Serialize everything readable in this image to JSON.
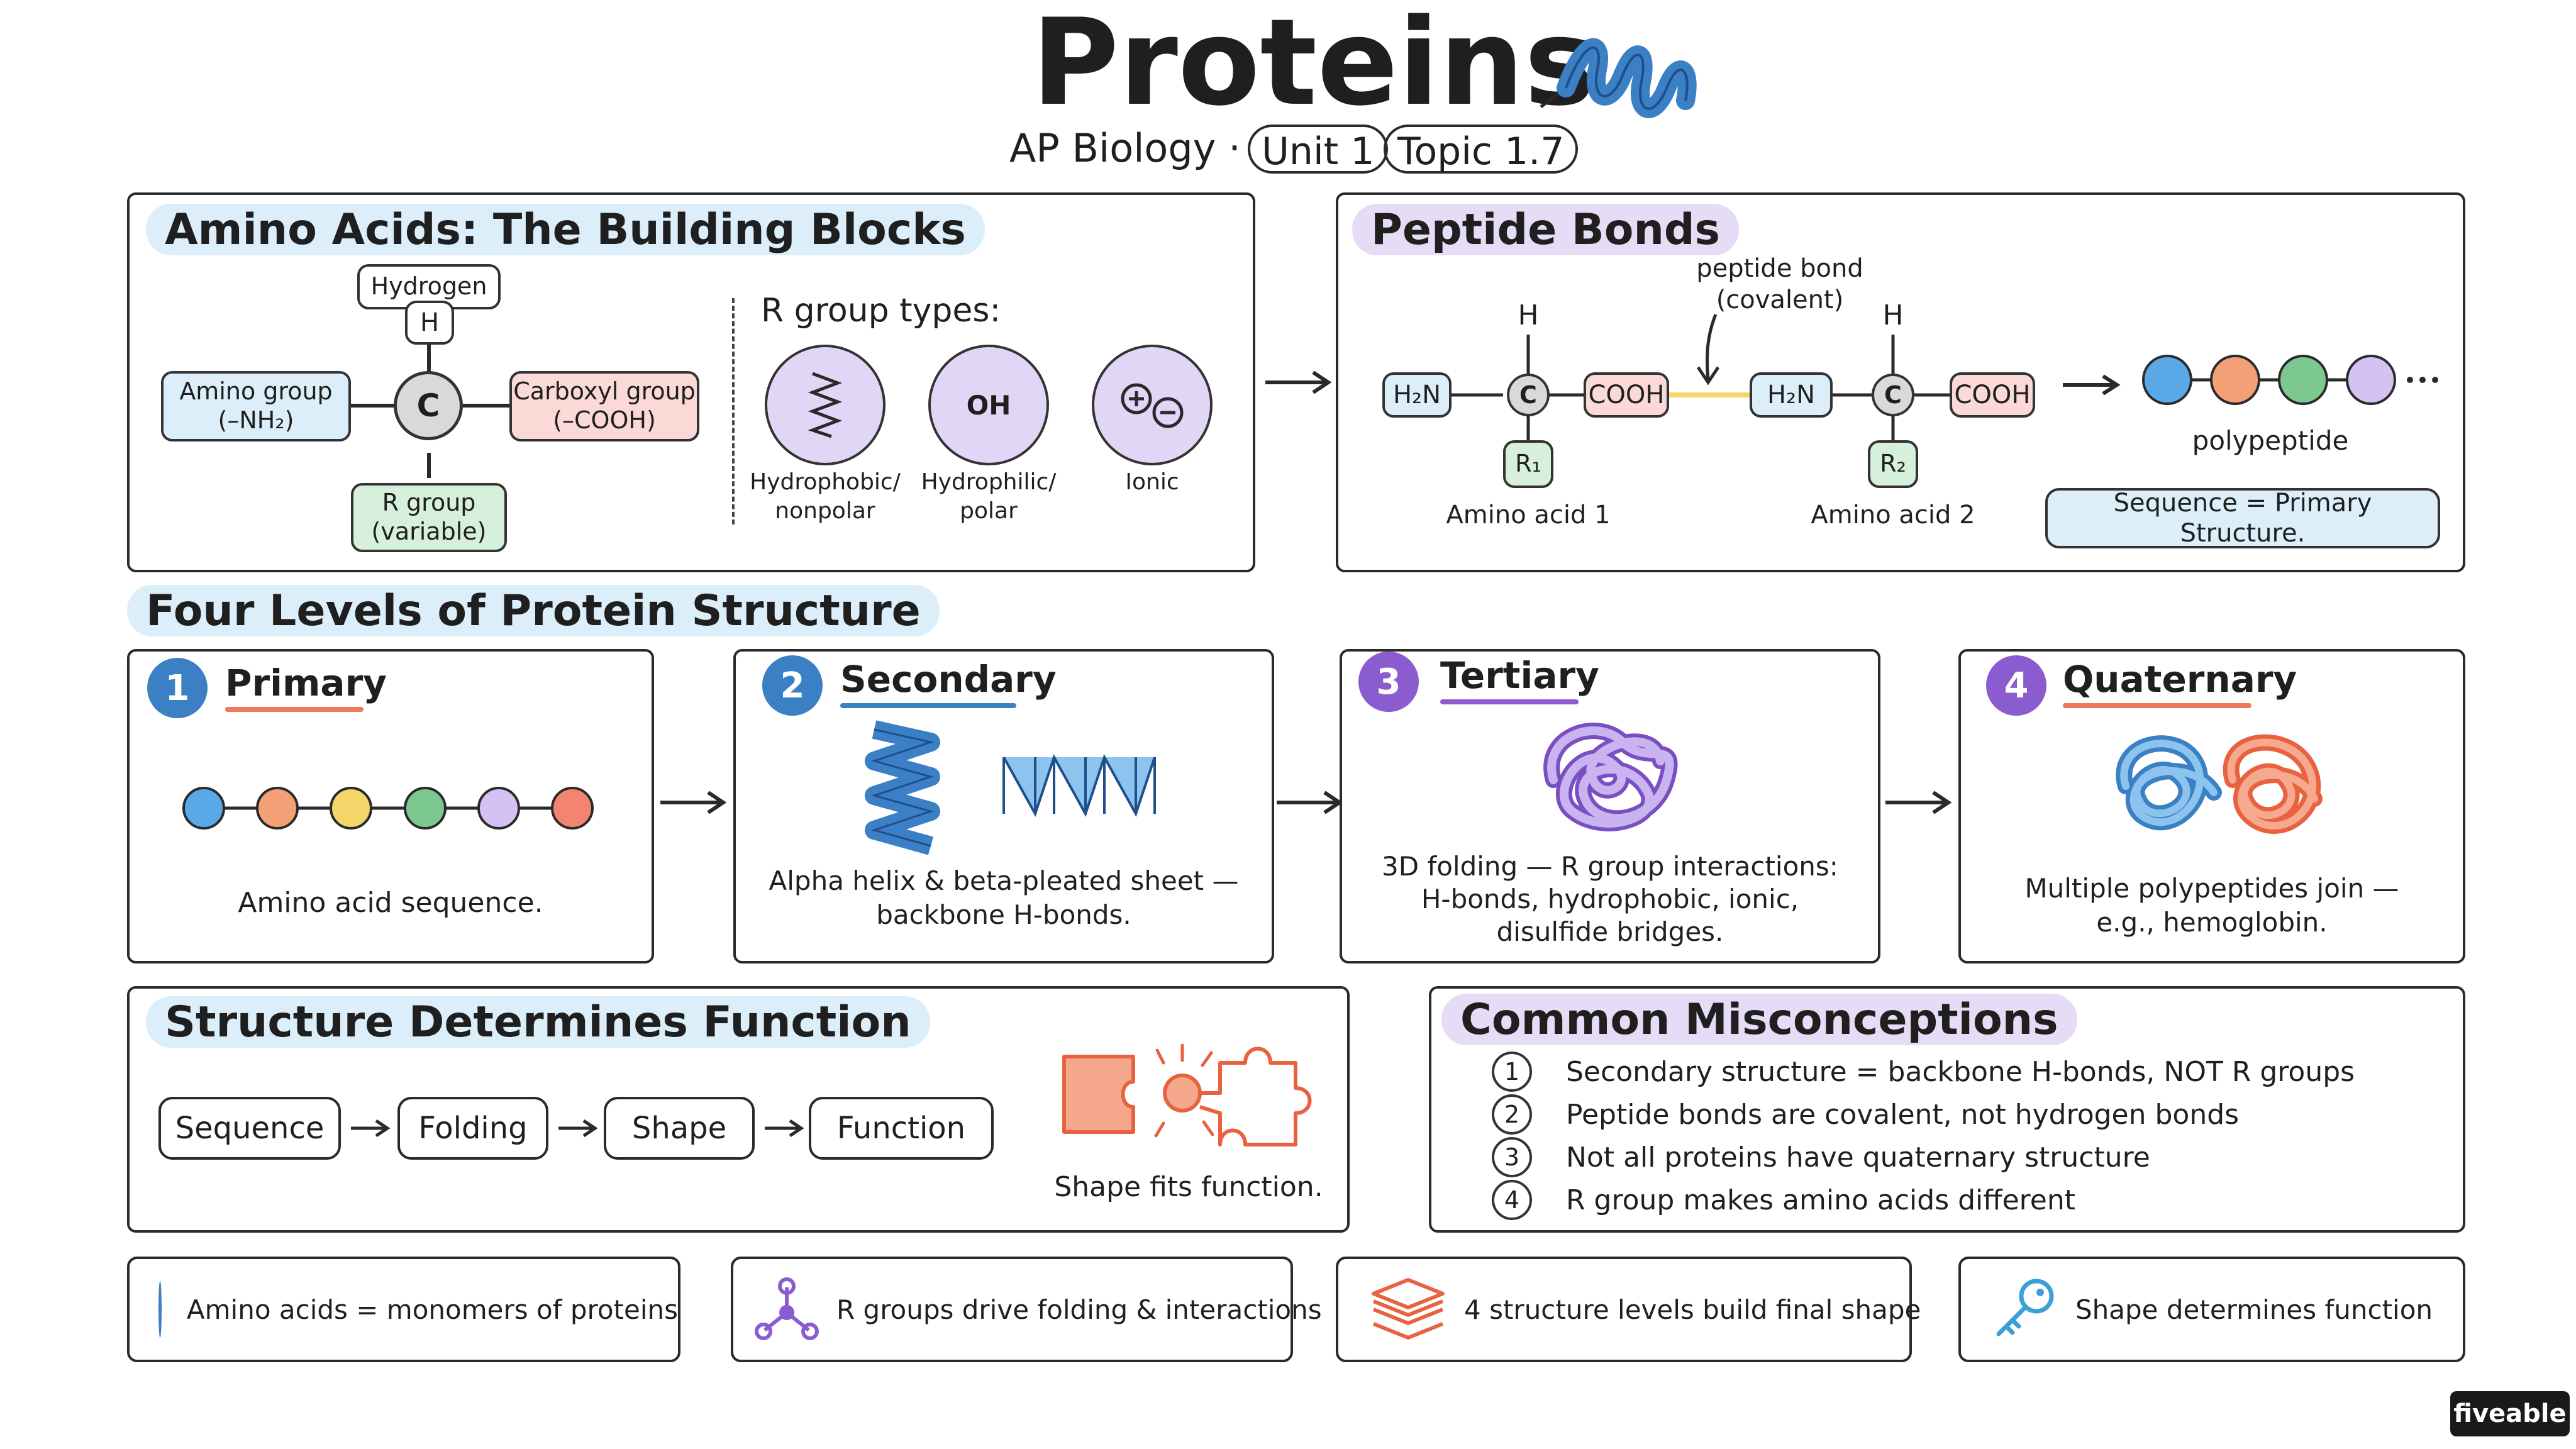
{
  "header": {
    "title": "Proteins",
    "subtitle_course": "AP Biology ·",
    "unit_badge": "Unit 1",
    "topic_badge": "Topic 1.7"
  },
  "amino_acids": {
    "heading": "Amino Acids: The Building Blocks",
    "hydrogen_label": "Hydrogen",
    "hydrogen_atom": "H",
    "carbon_atom": "C",
    "amino_group_line1": "Amino group",
    "amino_group_line2": "(–NH₂)",
    "carboxyl_group_line1": "Carboxyl group",
    "carboxyl_group_line2": "(–COOH)",
    "r_group_line1": "R group",
    "r_group_line2": "(variable)",
    "r_types_heading": "R group types:",
    "r_types": [
      {
        "symbol": "",
        "line1": "Hydrophobic/",
        "line2": "nonpolar"
      },
      {
        "symbol": "OH",
        "line1": "Hydrophilic/",
        "line2": "polar"
      },
      {
        "symbol": "",
        "line1": "Ionic",
        "line2": ""
      }
    ]
  },
  "peptide_bonds": {
    "heading": "Peptide Bonds",
    "bond_label_line1": "peptide bond",
    "bond_label_line2": "(covalent)",
    "aa1": {
      "h": "H",
      "amine": "H₂N",
      "c": "C",
      "cooh": "COOH",
      "r": "R₁",
      "label": "Amino acid 1"
    },
    "aa2": {
      "h": "H",
      "amine": "H₂N",
      "c": "C",
      "cooh": "COOH",
      "r": "R₂",
      "label": "Amino acid 2"
    },
    "polypeptide_label": "polypeptide",
    "primary_note": "Sequence = Primary Structure."
  },
  "levels": {
    "heading": "Four Levels of Protein Structure",
    "items": [
      {
        "num": "1",
        "title": "Primary",
        "desc_line1": "Amino acid sequence.",
        "desc_line2": "",
        "desc_line3": ""
      },
      {
        "num": "2",
        "title": "Secondary",
        "desc_line1": "Alpha helix & beta-pleated sheet —",
        "desc_line2": "backbone H-bonds.",
        "desc_line3": ""
      },
      {
        "num": "3",
        "title": "Tertiary",
        "desc_line1": "3D folding — R group interactions:",
        "desc_line2": "H-bonds, hydrophobic, ionic,",
        "desc_line3": "disulfide bridges."
      },
      {
        "num": "4",
        "title": "Quaternary",
        "desc_line1": "Multiple polypeptides join —",
        "desc_line2": "e.g., hemoglobin.",
        "desc_line3": ""
      }
    ]
  },
  "structure_function": {
    "heading": "Structure Determines Function",
    "steps": [
      "Sequence",
      "Folding",
      "Shape",
      "Function"
    ],
    "caption": "Shape fits function."
  },
  "misconceptions": {
    "heading": "Common Misconceptions",
    "items": [
      {
        "num": "1",
        "text": "Secondary structure = backbone H-bonds, NOT R groups"
      },
      {
        "num": "2",
        "text": "Peptide bonds are covalent, not hydrogen bonds"
      },
      {
        "num": "3",
        "text": "Not all proteins have quaternary structure"
      },
      {
        "num": "4",
        "text": "R group makes amino acids different"
      }
    ]
  },
  "summary": [
    {
      "icon": "circle-icon",
      "text": "Amino acids = monomers of proteins"
    },
    {
      "icon": "molecule-icon",
      "text": "R groups drive folding & interactions"
    },
    {
      "icon": "layers-icon",
      "text": "4 structure levels build final shape"
    },
    {
      "icon": "key-icon",
      "text": "Shape determines function"
    }
  ],
  "brand": "fiveable",
  "colors": {
    "blue": "#3b7fc4",
    "light_blue": "#dbeefa",
    "purple": "#8a5cd0",
    "light_purple": "#e6dcf6",
    "coral": "#ef7a5a",
    "green": "#7cc88e",
    "yellow": "#f3d56a"
  }
}
